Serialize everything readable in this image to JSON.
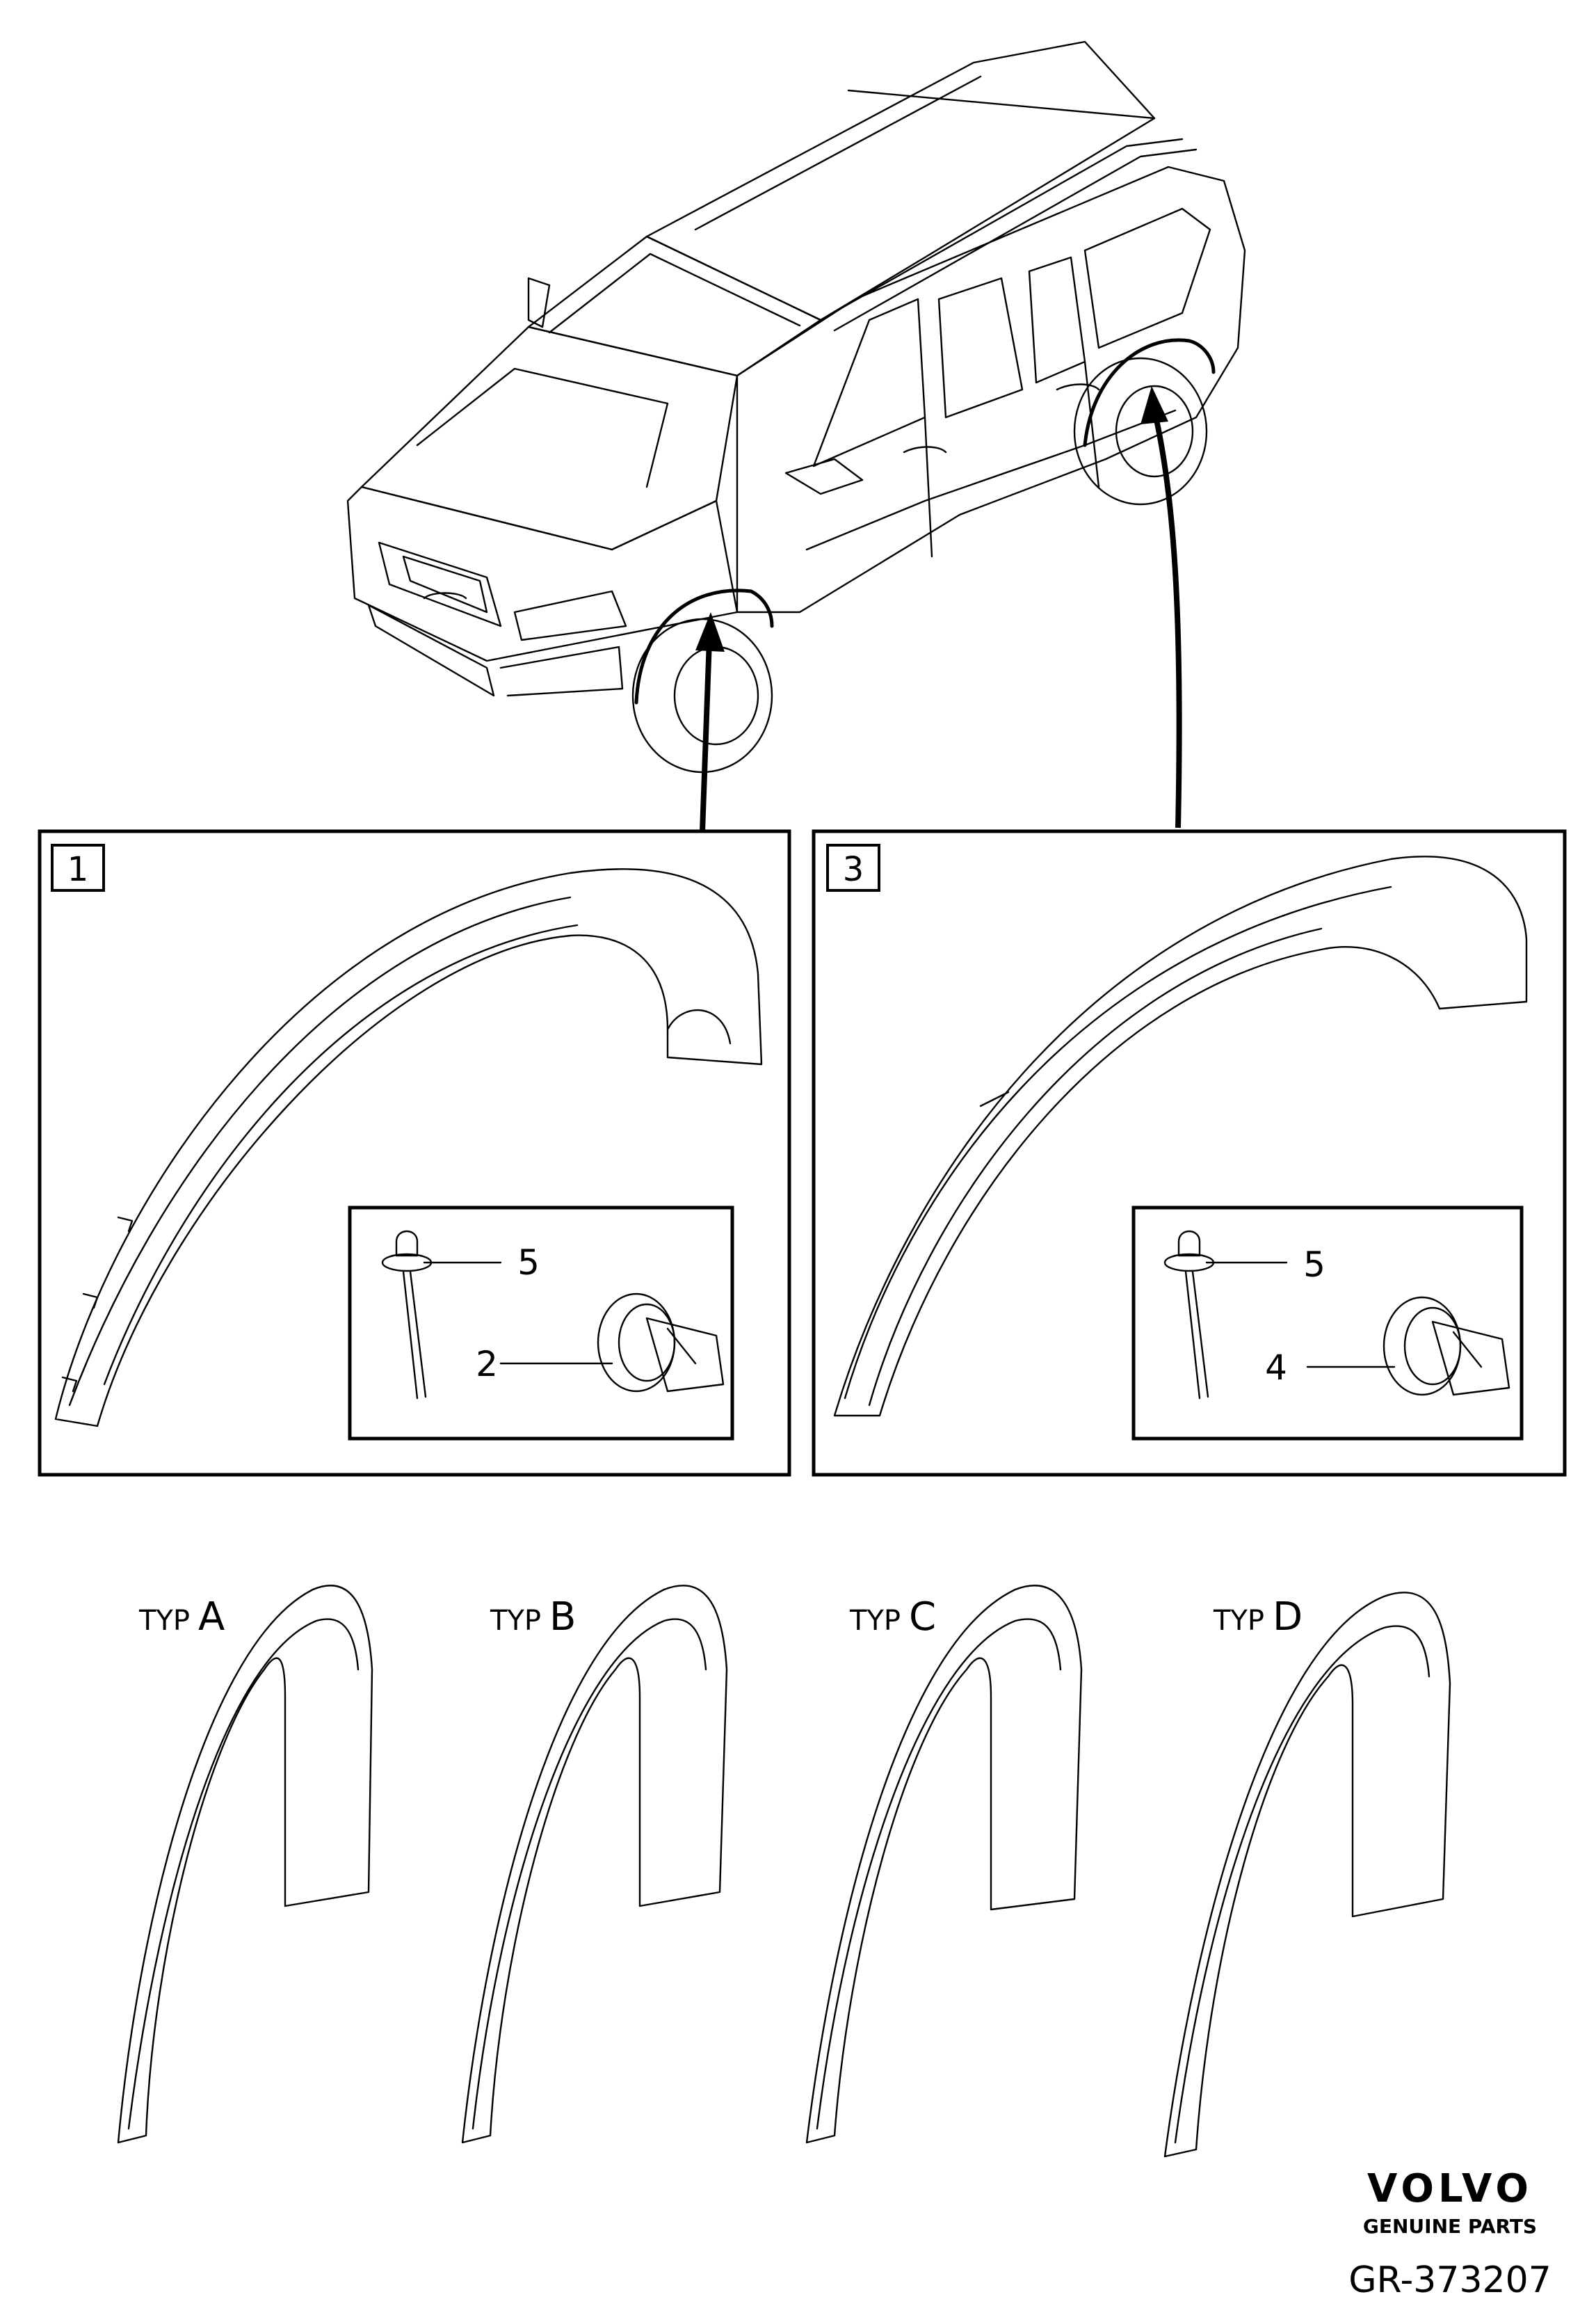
{
  "panels": [
    {
      "callout": "1",
      "inset_labels": [
        "5",
        "2"
      ]
    },
    {
      "callout": "3",
      "inset_labels": [
        "5",
        "4"
      ]
    }
  ],
  "types": [
    {
      "prefix": "TYP",
      "letter": "A"
    },
    {
      "prefix": "TYP",
      "letter": "B"
    },
    {
      "prefix": "TYP",
      "letter": "C"
    },
    {
      "prefix": "TYP",
      "letter": "D"
    }
  ],
  "footer": {
    "brand": "VOLVO",
    "tagline": "GENUINE PARTS",
    "ref": "GR-373207"
  }
}
